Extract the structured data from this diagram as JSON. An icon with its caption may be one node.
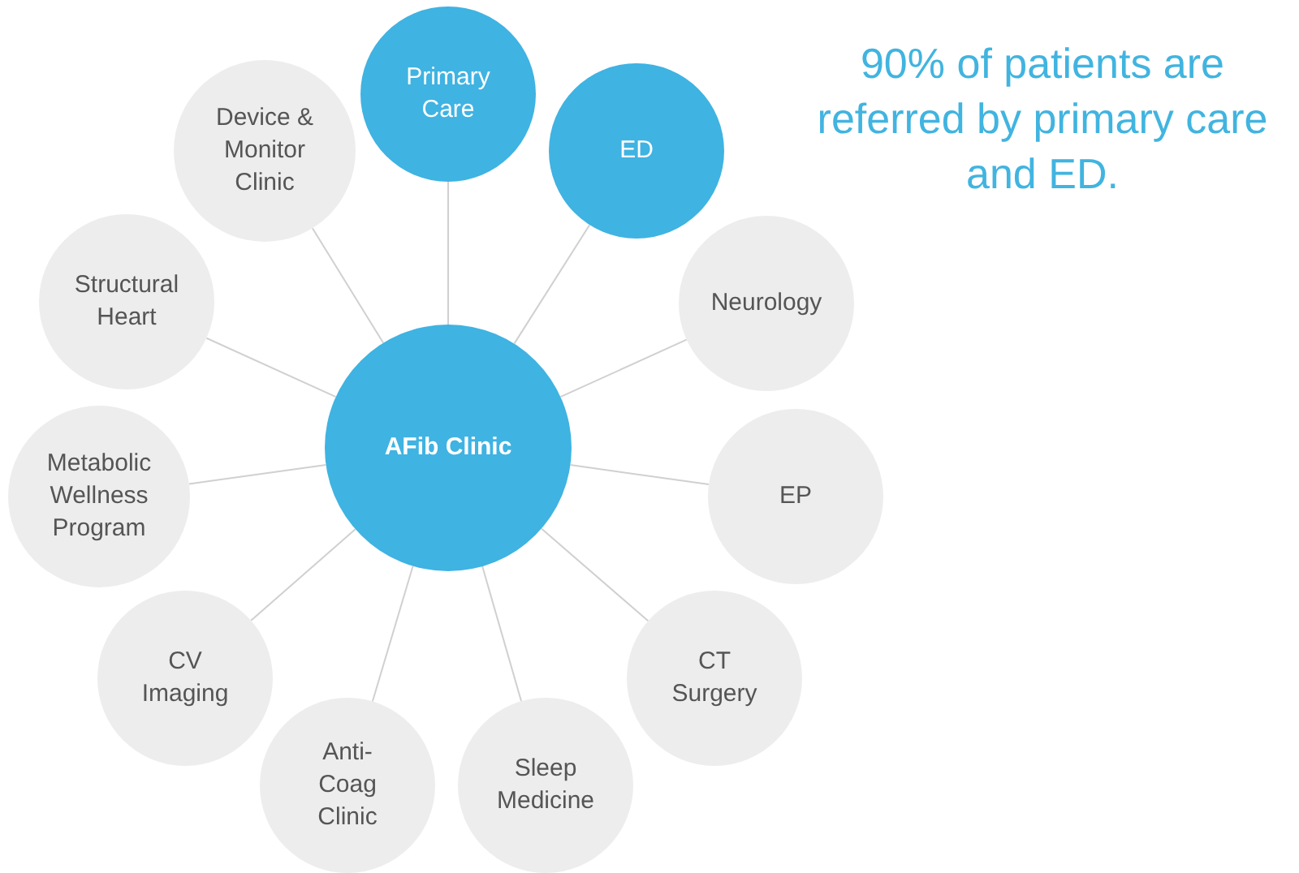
{
  "diagram": {
    "nodes": [
      {
        "text": [
          "AFib Clinic"
        ]
      },
      {
        "text": [
          "Device & Monitor Clinic"
        ]
      },
      {
        "text": [
          "Primary Care"
        ]
      },
      {
        "text": [
          "ED"
        ]
      },
      {
        "text": [
          "Neurology"
        ]
      },
      {
        "text": [
          "EP"
        ]
      },
      {
        "text": [
          "CT Surgery"
        ]
      },
      {
        "text": [
          "Sleep Medicine"
        ]
      },
      {
        "text": [
          "Anti-Coag Clinic"
        ]
      },
      {
        "text": [
          "CV Imaging"
        ]
      },
      {
        "text": [
          "Metabolic Wellness Program"
        ]
      },
      {
        "text": [
          "Structural Heart"
        ]
      }
    ],
    "edges": [
      {
        "from": 0,
        "to": 1,
        "arrow": "none"
      },
      {
        "from": 0,
        "to": 2,
        "arrow": "none"
      },
      {
        "from": 0,
        "to": 3,
        "arrow": "none"
      },
      {
        "from": 0,
        "to": 4,
        "arrow": "none"
      },
      {
        "from": 0,
        "to": 5,
        "arrow": "none"
      },
      {
        "from": 0,
        "to": 6,
        "arrow": "none"
      },
      {
        "from": 0,
        "to": 7,
        "arrow": "none"
      },
      {
        "from": 0,
        "to": 8,
        "arrow": "none"
      },
      {
        "from": 0,
        "to": 9,
        "arrow": "none"
      },
      {
        "from": 0,
        "to": 10,
        "arrow": "none"
      },
      {
        "from": 0,
        "to": 11,
        "arrow": "none"
      }
    ],
    "labels": [
      "90% of patients are referred by primary care and ED."
    ]
  }
}
